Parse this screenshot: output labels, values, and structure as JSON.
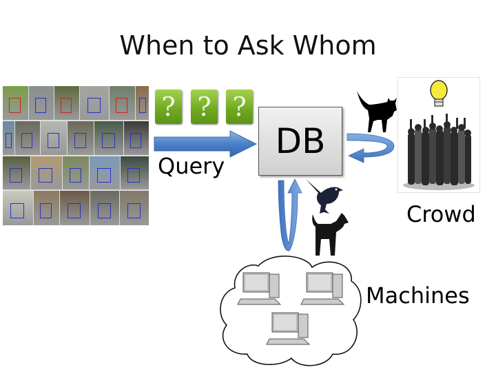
{
  "slide": {
    "title": "When to Ask Whom"
  },
  "query": {
    "label": "Query",
    "question_boxes": [
      "?",
      "?",
      "?"
    ],
    "arrow_color": "#4a7fc9"
  },
  "database": {
    "label": "DB"
  },
  "crowd": {
    "label": "Crowd",
    "icons": [
      "lightbulb-icon",
      "crowd-people-icon"
    ]
  },
  "machines": {
    "label": "Machines",
    "computer_count": 3
  },
  "animals": [
    "cat-icon",
    "bird-icon",
    "dog-icon"
  ],
  "colors": {
    "arrow_blue": "#4a7fc9",
    "question_green": "#7db52a",
    "bbox_blue": "#2233cc",
    "bbox_red": "#cc2222"
  }
}
